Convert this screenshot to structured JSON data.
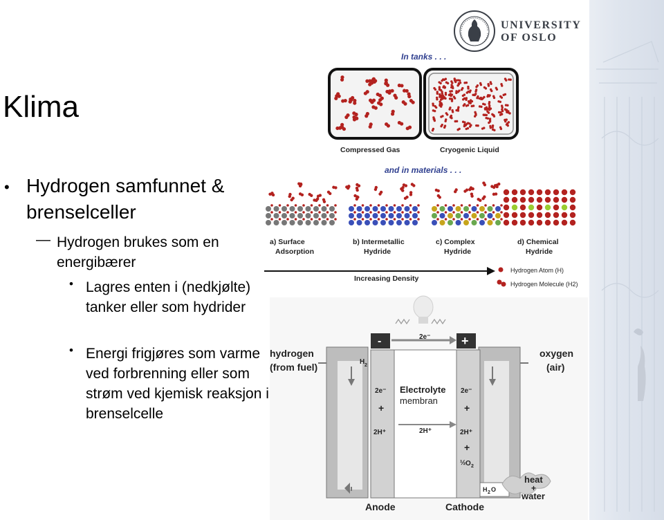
{
  "slide": {
    "title": "Klima",
    "logo": {
      "line1": "UNIVERSITY",
      "line2": "OF OSLO"
    },
    "bullets": {
      "level1": "Hydrogen samfunnet & brenselceller",
      "level2": "Hydrogen brukes som en energibærer",
      "level3a": "Lagres enten i (nedkjølte) tanker eller som hydrider",
      "level3b": "Energi frigjøres som varme ved forbrenning eller som strøm ved kjemisk reaksjon i brenselcelle"
    }
  },
  "storage_figure": {
    "heading_tanks": "In tanks . . .",
    "tank1": "Compressed Gas",
    "tank2": "Cryogenic Liquid",
    "heading_materials": "and in materials . . .",
    "mat_a1": "a) Surface",
    "mat_a2": "Adsorption",
    "mat_b1": "b) Intermetallic",
    "mat_b2": "Hydride",
    "mat_c1": "c) Complex",
    "mat_c2": "Hydride",
    "mat_d1": "d) Chemical",
    "mat_d2": "Hydride",
    "arrow_label": "Increasing Density",
    "legend_atom": "Hydrogen Atom (H)",
    "legend_molecule": "Hydrogen Molecule (H2)"
  },
  "fuelcell": {
    "minus": "-",
    "plus": "+",
    "electrons": "2e⁻",
    "hydrogen": "hydrogen",
    "from_fuel": "(from fuel)",
    "oxygen": "oxygen",
    "air": "(air)",
    "h2": "H",
    "h2_sub": "2",
    "anode_e": "2e⁻",
    "anode_plus": "+",
    "anode_h": "2H⁺",
    "mid_h": "2H⁺",
    "electrolyte": "Electrolyte",
    "membrane": "membran",
    "cathode_e": "2e⁻",
    "cathode_plus1": "+",
    "cathode_h": "2H⁺",
    "cathode_plus2": "+",
    "half": "½",
    "o2": "O",
    "o2_sub": "2",
    "water_h": "H",
    "water_2": "2",
    "water_o": "O",
    "heat": "heat",
    "heat_plus": "+",
    "water": "water",
    "anode": "Anode",
    "cathode": "Cathode"
  }
}
